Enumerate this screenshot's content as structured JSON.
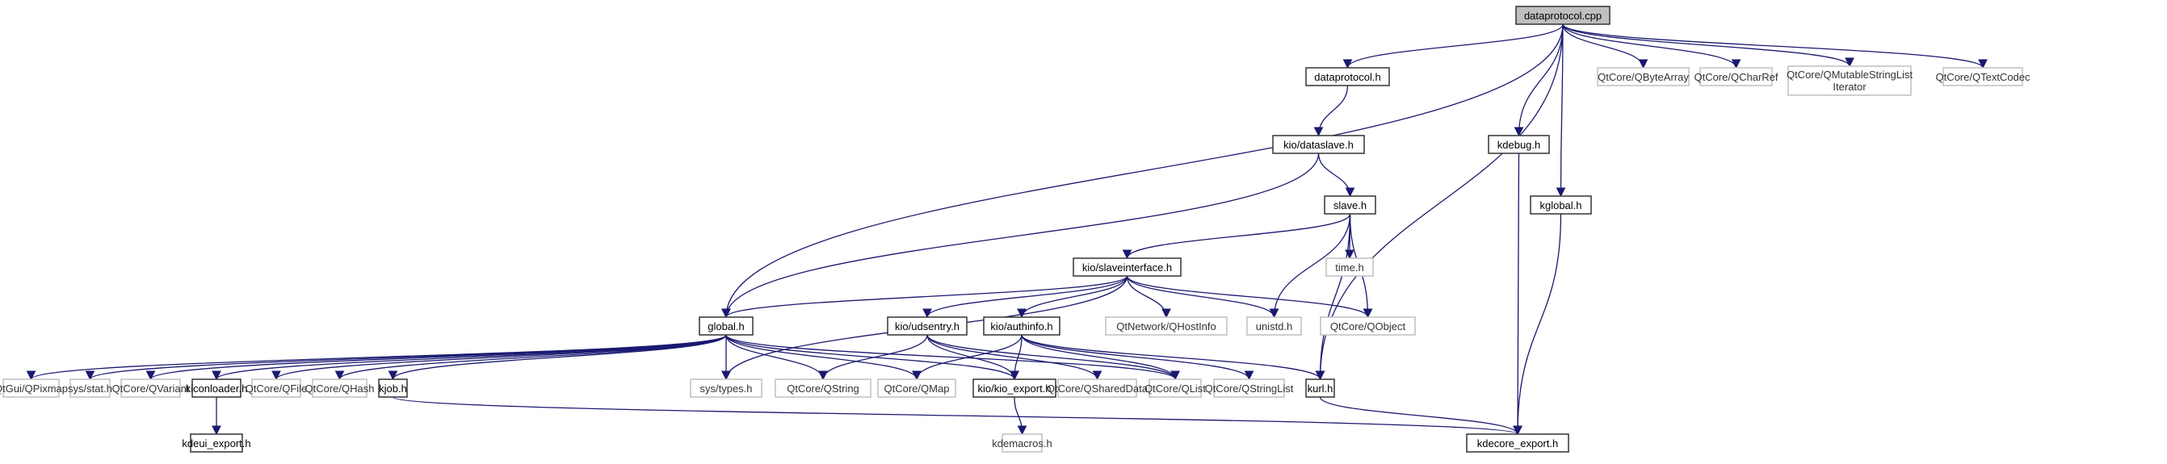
{
  "title": "dataprotocol.cpp include dependency graph",
  "colors": {
    "edge": "#191970",
    "root_fill": "#bfbfbf",
    "doc_border": "#333333",
    "ext_border": "#bfbfbf"
  },
  "nodes": [
    {
      "id": "root",
      "label": "dataprotocol.cpp",
      "kind": "root"
    },
    {
      "id": "dph",
      "label": "dataprotocol.h",
      "kind": "doc"
    },
    {
      "id": "qba",
      "label": "QtCore/QByteArray",
      "kind": "ext"
    },
    {
      "id": "qcr",
      "label": "QtCore/QCharRef",
      "kind": "ext"
    },
    {
      "id": "qmsl",
      "label": "QtCore/QMutableStringList",
      "label2": "Iterator",
      "kind": "ext"
    },
    {
      "id": "qtc",
      "label": "QtCore/QTextCodec",
      "kind": "ext"
    },
    {
      "id": "dsl",
      "label": "kio/dataslave.h",
      "kind": "doc"
    },
    {
      "id": "kdebug",
      "label": "kdebug.h",
      "kind": "doc"
    },
    {
      "id": "slave",
      "label": "slave.h",
      "kind": "doc"
    },
    {
      "id": "kglobal",
      "label": "kglobal.h",
      "kind": "doc"
    },
    {
      "id": "time",
      "label": "time.h",
      "kind": "ext"
    },
    {
      "id": "si",
      "label": "kio/slaveinterface.h",
      "kind": "doc"
    },
    {
      "id": "global",
      "label": "global.h",
      "kind": "doc"
    },
    {
      "id": "uds",
      "label": "kio/udsentry.h",
      "kind": "doc"
    },
    {
      "id": "auth",
      "label": "kio/authinfo.h",
      "kind": "doc"
    },
    {
      "id": "qhi",
      "label": "QtNetwork/QHostInfo",
      "kind": "ext"
    },
    {
      "id": "unistd",
      "label": "unistd.h",
      "kind": "ext"
    },
    {
      "id": "qobj",
      "label": "QtCore/QObject",
      "kind": "ext"
    },
    {
      "id": "qpix",
      "label": "QtGui/QPixmap",
      "kind": "ext"
    },
    {
      "id": "sstat",
      "label": "sys/stat.h",
      "kind": "ext"
    },
    {
      "id": "qvar",
      "label": "QtCore/QVariant",
      "kind": "ext"
    },
    {
      "id": "kicon",
      "label": "kiconloader.h",
      "kind": "doc"
    },
    {
      "id": "qfile",
      "label": "QtCore/QFile",
      "kind": "ext"
    },
    {
      "id": "qhash",
      "label": "QtCore/QHash",
      "kind": "ext"
    },
    {
      "id": "kjob",
      "label": "kjob.h",
      "kind": "doc"
    },
    {
      "id": "stypes",
      "label": "sys/types.h",
      "kind": "ext"
    },
    {
      "id": "qstr",
      "label": "QtCore/QString",
      "kind": "ext"
    },
    {
      "id": "qmap",
      "label": "QtCore/QMap",
      "kind": "ext"
    },
    {
      "id": "kioexp",
      "label": "kio/kio_export.h",
      "kind": "doc"
    },
    {
      "id": "qsd",
      "label": "QtCore/QSharedData",
      "kind": "ext"
    },
    {
      "id": "qlist",
      "label": "QtCore/QList",
      "kind": "ext"
    },
    {
      "id": "qsl",
      "label": "QtCore/QStringList",
      "kind": "ext"
    },
    {
      "id": "kurl",
      "label": "kurl.h",
      "kind": "doc"
    },
    {
      "id": "kdeui",
      "label": "kdeui_export.h",
      "kind": "doc"
    },
    {
      "id": "kdemac",
      "label": "kdemacros.h",
      "kind": "ext"
    },
    {
      "id": "kdecore",
      "label": "kdecore_export.h",
      "kind": "doc"
    }
  ],
  "edges": [
    [
      "root",
      "global"
    ],
    [
      "root",
      "dph"
    ],
    [
      "root",
      "kurl"
    ],
    [
      "root",
      "kdebug"
    ],
    [
      "root",
      "kglobal"
    ],
    [
      "root",
      "qba"
    ],
    [
      "root",
      "qcr"
    ],
    [
      "root",
      "qmsl"
    ],
    [
      "root",
      "qtc"
    ],
    [
      "dph",
      "dsl"
    ],
    [
      "dsl",
      "global"
    ],
    [
      "dsl",
      "slave"
    ],
    [
      "slave",
      "si"
    ],
    [
      "slave",
      "time"
    ],
    [
      "slave",
      "unistd"
    ],
    [
      "slave",
      "qobj"
    ],
    [
      "slave",
      "kurl"
    ],
    [
      "si",
      "global"
    ],
    [
      "si",
      "uds"
    ],
    [
      "si",
      "auth"
    ],
    [
      "si",
      "qhi"
    ],
    [
      "si",
      "unistd"
    ],
    [
      "si",
      "qobj"
    ],
    [
      "si",
      "stypes"
    ],
    [
      "global",
      "qpix"
    ],
    [
      "global",
      "sstat"
    ],
    [
      "global",
      "qvar"
    ],
    [
      "global",
      "kicon"
    ],
    [
      "global",
      "qfile"
    ],
    [
      "global",
      "qhash"
    ],
    [
      "global",
      "kjob"
    ],
    [
      "global",
      "stypes"
    ],
    [
      "global",
      "qstr"
    ],
    [
      "global",
      "qmap"
    ],
    [
      "global",
      "kioexp"
    ],
    [
      "global",
      "qlist"
    ],
    [
      "uds",
      "qstr"
    ],
    [
      "uds",
      "kioexp"
    ],
    [
      "uds",
      "qsd"
    ],
    [
      "uds",
      "qlist"
    ],
    [
      "auth",
      "qmap"
    ],
    [
      "auth",
      "kioexp"
    ],
    [
      "auth",
      "qlist"
    ],
    [
      "auth",
      "qsl"
    ],
    [
      "auth",
      "kurl"
    ],
    [
      "kicon",
      "kdeui"
    ],
    [
      "kjob",
      "kdecore"
    ],
    [
      "kioexp",
      "kdemac"
    ],
    [
      "kurl",
      "kdecore"
    ],
    [
      "kdebug",
      "kdecore"
    ],
    [
      "kglobal",
      "kdecore"
    ]
  ]
}
